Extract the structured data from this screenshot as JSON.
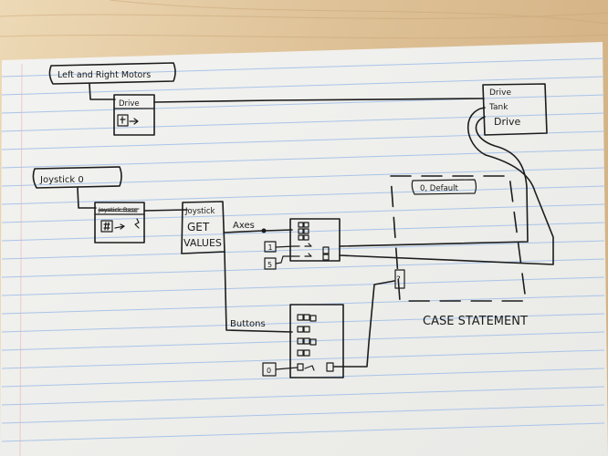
{
  "colors": {
    "wood_light": "#e9d3ad",
    "wood_mid": "#d7b98c",
    "wood_dark": "#c9a678",
    "paper": "#f6f6f3",
    "rule_blue": "#a9c4e8",
    "ink": "#1c1c1c"
  },
  "sketch": {
    "motors_label": "Left and Right Motors",
    "drive_small_label": "Drive",
    "tank_drive_line1": "Drive",
    "tank_drive_line2": "Tank",
    "tank_drive_line3": "Drive",
    "joystick_label": "Joystick 0",
    "joystick_small_label": "Joystick Base",
    "get_values_line1": "Joystick",
    "get_values_line2": "GET",
    "get_values_line3": "VALUES",
    "axes_label": "Axes",
    "buttons_label": "Buttons",
    "case_selector_label": "0, Default",
    "case_statement_label": "CASE STATEMENT",
    "const_one": "1",
    "const_five": "5",
    "const_zero": "0",
    "const_q": "?"
  }
}
